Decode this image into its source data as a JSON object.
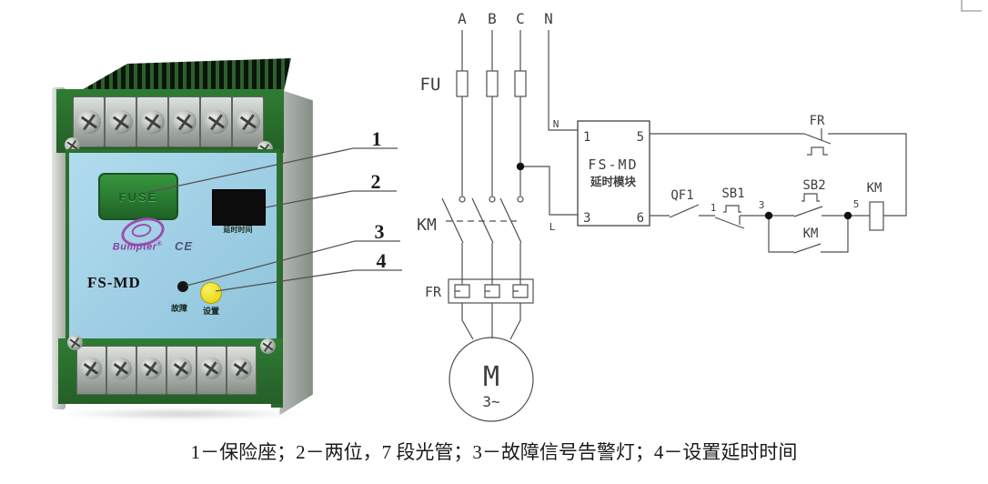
{
  "figure": {
    "caption": "1－保险座；2－两位，7 段光管；3－故障信号告警灯；4－设置延时时间"
  },
  "device": {
    "fuse_label": "FUSE",
    "display_label": "延时时间",
    "brand": "Bumpter",
    "reg_mark": "®",
    "ce_mark": "CE",
    "model": "FS-MD",
    "fault_label": "故障",
    "set_label": "设置"
  },
  "callouts": {
    "c1": "1",
    "c2": "2",
    "c3": "3",
    "c4": "4"
  },
  "circuit": {
    "phase_a": "A",
    "phase_b": "B",
    "phase_c": "C",
    "neutral": "N",
    "fuse_group": "FU",
    "contactor_main": "KM",
    "thermal_relay": "FR",
    "motor": "M",
    "motor_phases": "3~",
    "module": {
      "model": "FS-MD",
      "name": "延时模块",
      "t1": "1",
      "t5": "5",
      "t3": "3",
      "t6": "6",
      "n_in": "N",
      "l_in": "L"
    },
    "breaker": "QF1",
    "node1": "1",
    "node3": "3",
    "node5": "5",
    "stop_button": "SB1",
    "start_button": "SB2",
    "thermal_contact": "FR",
    "contactor_aux": "KM",
    "contactor_coil": "KM"
  },
  "colors": {
    "panel_blue": "#a3d2e6",
    "device_green": "#2e7a31",
    "button_yellow": "#ecd916",
    "brand_purple": "#9b4fae",
    "line_gray": "#4f4f4f"
  }
}
